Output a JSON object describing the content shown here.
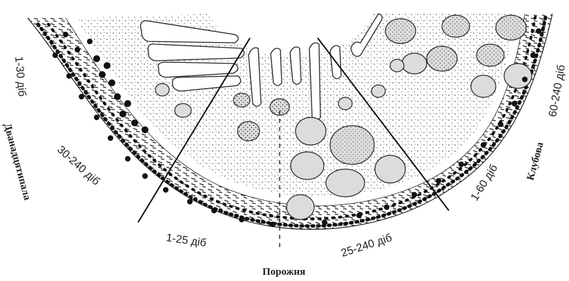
{
  "labels": {
    "duodenum": "Дванадцятипала",
    "ileum": "Клубова",
    "lumen": "Порожня",
    "age_duo_1": "1-30 діб",
    "age_duo_2": "30-240 діб",
    "age_jej_1": "1-25 діб",
    "age_jej_2": "25-240 діб",
    "age_ile_1": "1-60 діб",
    "age_ile_2": "60-240 діб"
  },
  "colors": {
    "ink": "#1e1e1e",
    "paper": "#ffffff",
    "gland_fill": "#dcdcdc"
  }
}
